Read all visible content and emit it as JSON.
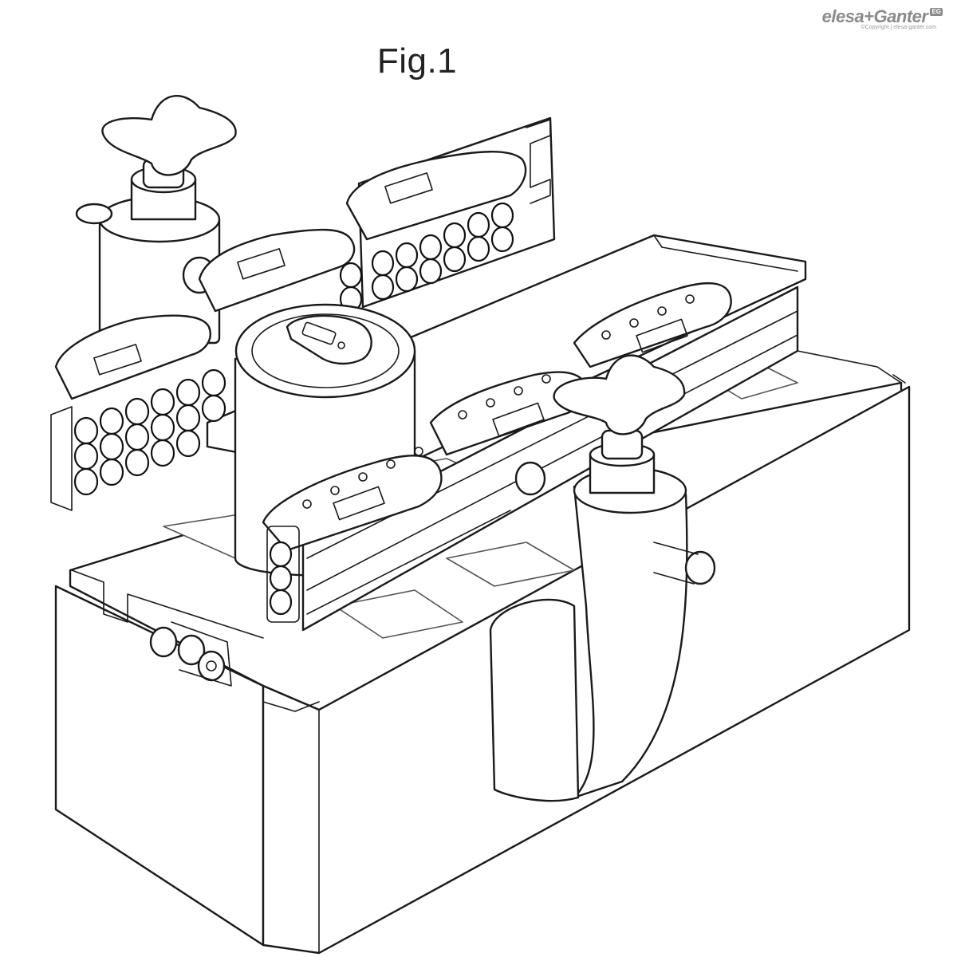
{
  "figure": {
    "title": "Fig.1"
  },
  "brand": {
    "name": "elesa+Ganter",
    "badge": "EG",
    "copyright": "©Copyright | elesa-ganter.com"
  },
  "colors": {
    "line": "#1a1a1a",
    "brand_gray": "#8a8a8a",
    "background": "#ffffff"
  }
}
